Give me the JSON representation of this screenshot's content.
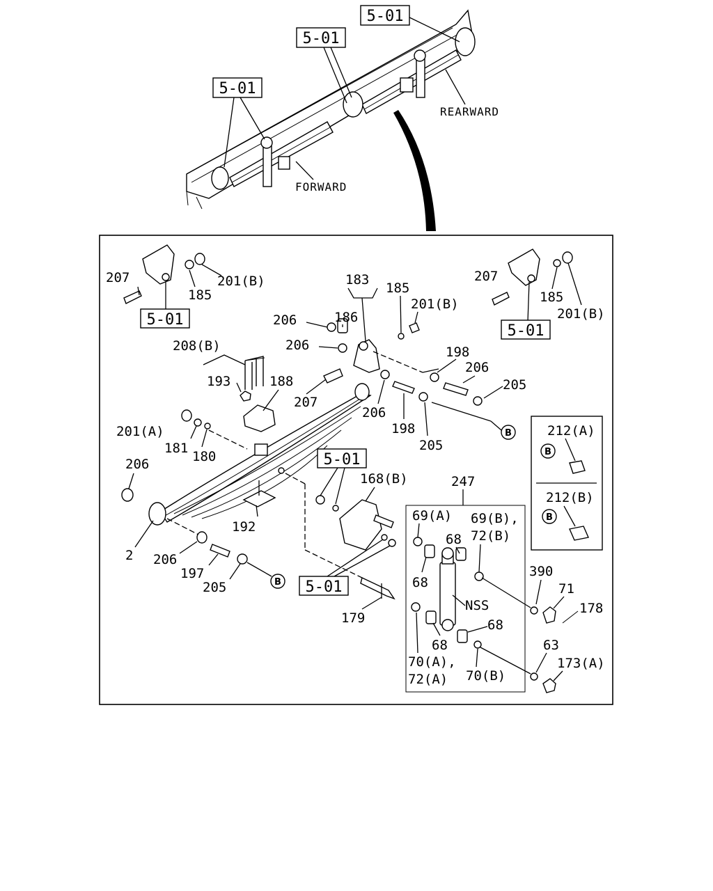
{
  "frame": {
    "direction_forward": "FORWARD",
    "direction_rearward": "REARWARD",
    "refs": [
      "5-01",
      "5-01",
      "5-01"
    ]
  },
  "detail": {
    "refs": [
      "5-01",
      "5-01",
      "5-01",
      "5-01"
    ],
    "circle_b": "B",
    "labels": [
      "207",
      "185",
      "201(B)",
      "207",
      "185",
      "201(B)",
      "183",
      "185",
      "201(B)",
      "206",
      "186",
      "206",
      "208(B)",
      "193",
      "188",
      "207",
      "206",
      "198",
      "206",
      "198",
      "205",
      "205",
      "201(A)",
      "181",
      "180",
      "206",
      "168(B)",
      "247",
      "192",
      "2",
      "206",
      "197",
      "205",
      "69(A)",
      "69(B),",
      "72(B)",
      "68",
      "68",
      "NSS",
      "68",
      "68",
      "390",
      "71",
      "178",
      "179",
      "70(A),",
      "72(A)",
      "70(B)",
      "63",
      "173(A)"
    ],
    "inset_labels": [
      "212(A)",
      "212(B)"
    ]
  }
}
